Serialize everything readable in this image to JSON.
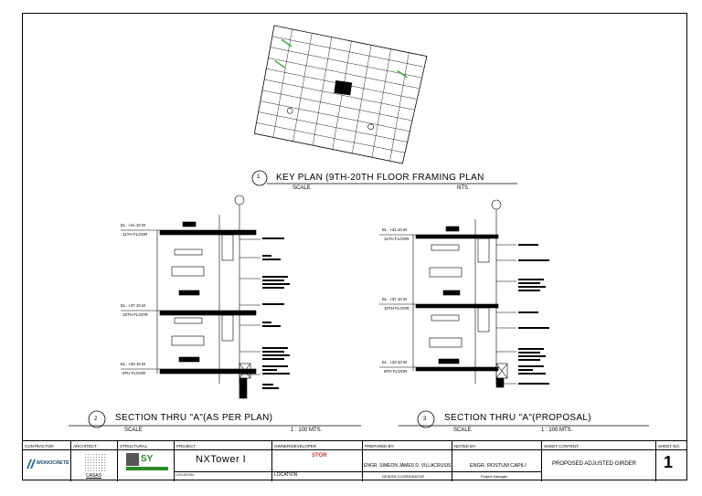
{
  "titles": {
    "key_plan_no": "1",
    "key_plan": "KEY PLAN (9TH-20TH FLOOR FRAMING PLAN",
    "key_plan_scale": "SCALE",
    "key_plan_scale_val": "NTS",
    "sec2_no": "2",
    "sec2": "SECTION THRU \"A\"(AS PER PLAN)",
    "sec2_scale": "SCALE",
    "sec2_scale_val": "1 : 100 MTS.",
    "sec3_no": "3",
    "sec3": "SECTION THRU \"A\"(PROPOSAL)",
    "sec3_scale": "SCALE",
    "sec3_scale_val": "1 : 100 MTS."
  },
  "levels_left": [
    {
      "el": "EL. +41.10 M",
      "floor": "11TH FLOOR"
    },
    {
      "el": "EL. +37.10 M",
      "floor": "10TH FLOOR"
    },
    {
      "el": "EL. +33.10 M",
      "floor": "9TH FLOOR"
    }
  ],
  "levels_right": [
    {
      "el": "EL. +41.10 M",
      "floor": "11TH FLOOR"
    },
    {
      "el": "EL. +37.10 M",
      "floor": "10TH FLOOR"
    },
    {
      "el": "EL. +33.10 M",
      "floor": "9TH FLOOR"
    }
  ],
  "title_block": {
    "headers": {
      "contractor": "CONTRACTOR:",
      "architect": "ARCHITECT :",
      "structural": "STRUCTURAL",
      "project": "PROJECT:",
      "owner": "OWNER/DEVELOPER",
      "prepared": "PREPARED BY:",
      "noted": "NOTED BY:",
      "sheet_content": "SHEET CONTENT:",
      "sheet_no": "SHEET NO."
    },
    "contractor_logo": "MONOCRETE",
    "architect_name": "CASAS",
    "structural_logo": "SY",
    "project_name": "NXTower I",
    "location_label": "LOCATION",
    "owner_logo": "STOR",
    "prepared_name": "ENGR. SIMEON JAMES D. VILLACRUSIS",
    "prepared_role": "DESIGN COORDINATOR",
    "noted_name": "ENGR. ROSTUM CAPILI",
    "noted_role": "Project Manager",
    "sheet_content": "PROPOSED ADJUSTED GIRDER",
    "sheet_no": "1"
  }
}
